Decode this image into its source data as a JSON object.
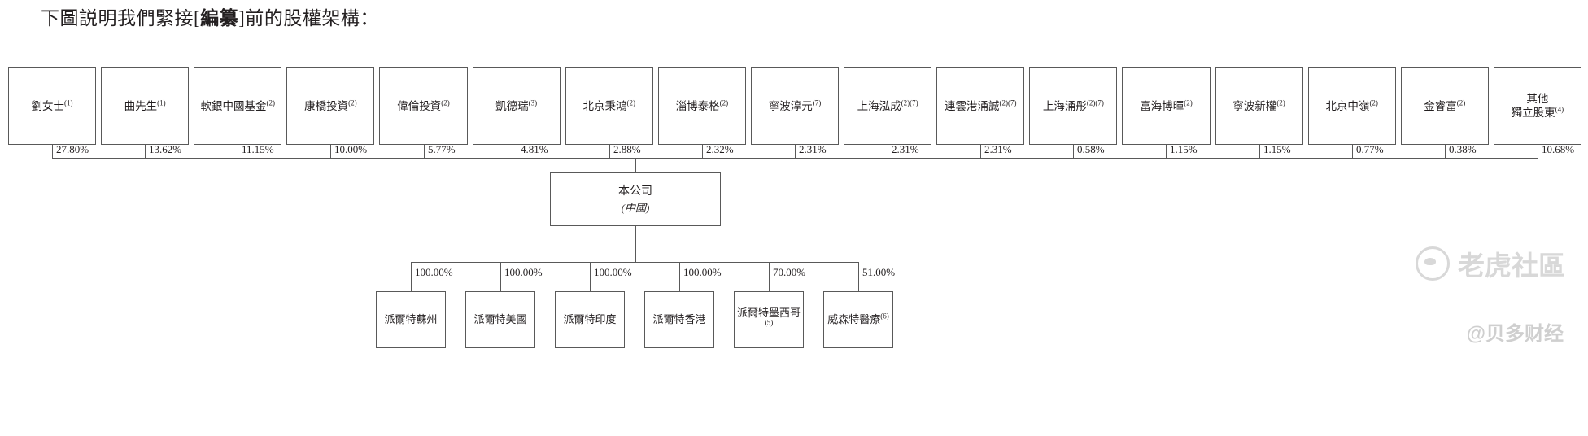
{
  "title": {
    "prefix": "下圖説明我們緊接[",
    "bold": "編纂",
    "suffix": "]前的股權架構：",
    "full": "下圖説明我們緊接[編纂]前的股權架構："
  },
  "colors": {
    "border": "#595959",
    "text": "#231f20",
    "background": "#ffffff",
    "watermark": "#d8d8d8"
  },
  "shareholders": [
    {
      "name": "劉女士",
      "note": "(1)",
      "pct": "27.80%"
    },
    {
      "name": "曲先生",
      "note": "(1)",
      "pct": "13.62%"
    },
    {
      "name": "軟銀中國基金",
      "note": "(2)",
      "pct": "11.15%"
    },
    {
      "name": "康橋投資",
      "note": "(2)",
      "pct": "10.00%"
    },
    {
      "name": "偉倫投資",
      "note": "(2)",
      "pct": "5.77%"
    },
    {
      "name": "凱德瑞",
      "note": "(3)",
      "pct": "4.81%"
    },
    {
      "name": "北京秉鴻",
      "note": "(2)",
      "pct": "2.88%"
    },
    {
      "name": "淄博泰格",
      "note": "(2)",
      "pct": "2.32%"
    },
    {
      "name": "寧波淳元",
      "note": "(7)",
      "pct": "2.31%"
    },
    {
      "name": "上海泓成",
      "note": "(2)(7)",
      "pct": "2.31%"
    },
    {
      "name": "連雲港涌誠",
      "note": "(2)(7)",
      "pct": "2.31%"
    },
    {
      "name": "上海涌彤",
      "note": "(2)(7)",
      "pct": "0.58%"
    },
    {
      "name": "富海博暉",
      "note": "(2)",
      "pct": "1.15%"
    },
    {
      "name": "寧波新權",
      "note": "(2)",
      "pct": "1.15%"
    },
    {
      "name": "北京中嶺",
      "note": "(2)",
      "pct": "0.77%"
    },
    {
      "name": "金睿富",
      "note": "(2)",
      "pct": "0.38%"
    },
    {
      "name": "其他\n獨立股東",
      "note": "(4)",
      "pct": "10.68%",
      "line1": "其他",
      "line2": "獨立股東"
    }
  ],
  "company": {
    "name": "本公司",
    "region": "(中國)"
  },
  "subsidiaries": [
    {
      "name": "派爾特蘇州",
      "note": "",
      "pct": "100.00%"
    },
    {
      "name": "派爾特美國",
      "note": "",
      "pct": "100.00%"
    },
    {
      "name": "派爾特印度",
      "note": "",
      "pct": "100.00%"
    },
    {
      "name": "派爾特香港",
      "note": "",
      "pct": "100.00%"
    },
    {
      "name": "派爾特墨西哥",
      "note": "(5)",
      "pct": "70.00%"
    },
    {
      "name": "威森特醫療",
      "note": "(6)",
      "pct": "51.00%"
    }
  ],
  "watermarks": {
    "tiger": "老虎社區",
    "beiduo": "@贝多财经"
  }
}
